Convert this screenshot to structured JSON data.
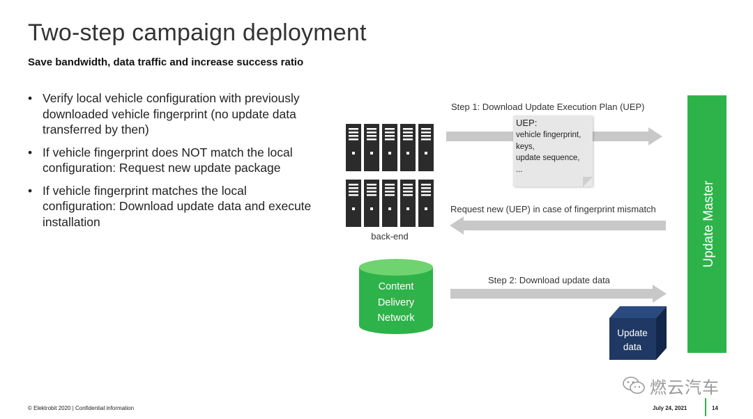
{
  "slide": {
    "title": "Two-step campaign deployment",
    "subtitle": "Save bandwidth, data traffic  and increase success ratio",
    "bullets": [
      "Verify local vehicle configuration with previously downloaded vehicle fingerprint (no update data transferred by then)",
      "If vehicle fingerprint does NOT match the local configuration: Request new update package",
      "If vehicle fingerprint matches the local configuration: Download update data and execute installation"
    ],
    "bullet_glyph": "•"
  },
  "diagram": {
    "backend_label": "back-end",
    "cdn_label_lines": [
      "Content",
      "Delivery",
      "Network"
    ],
    "step1_label": "Step 1: Download Update Execution Plan (UEP)",
    "request_label": "Request new (UEP) in case of fingerprint mismatch",
    "step2_label": "Step 2: Download update data",
    "update_master_label": "Update Master",
    "update_data_lines": [
      "Update",
      "data"
    ],
    "uep_note": {
      "heading": "UEP:",
      "lines": [
        "vehicle fingerprint,",
        "keys,",
        "update sequence,",
        "..."
      ]
    },
    "colors": {
      "green": "#2db34a",
      "server": "#2b2b2b",
      "arrow": "#c8c8c8",
      "cube_front": "#1f3864",
      "cube_side": "#14264a"
    }
  },
  "footer": {
    "left": "© Elektrobit 2020 | Confidential information",
    "date": "July 24, 2021",
    "page": "14"
  },
  "watermark": {
    "icon": "wechat-icon",
    "text": "燃云汽车"
  }
}
